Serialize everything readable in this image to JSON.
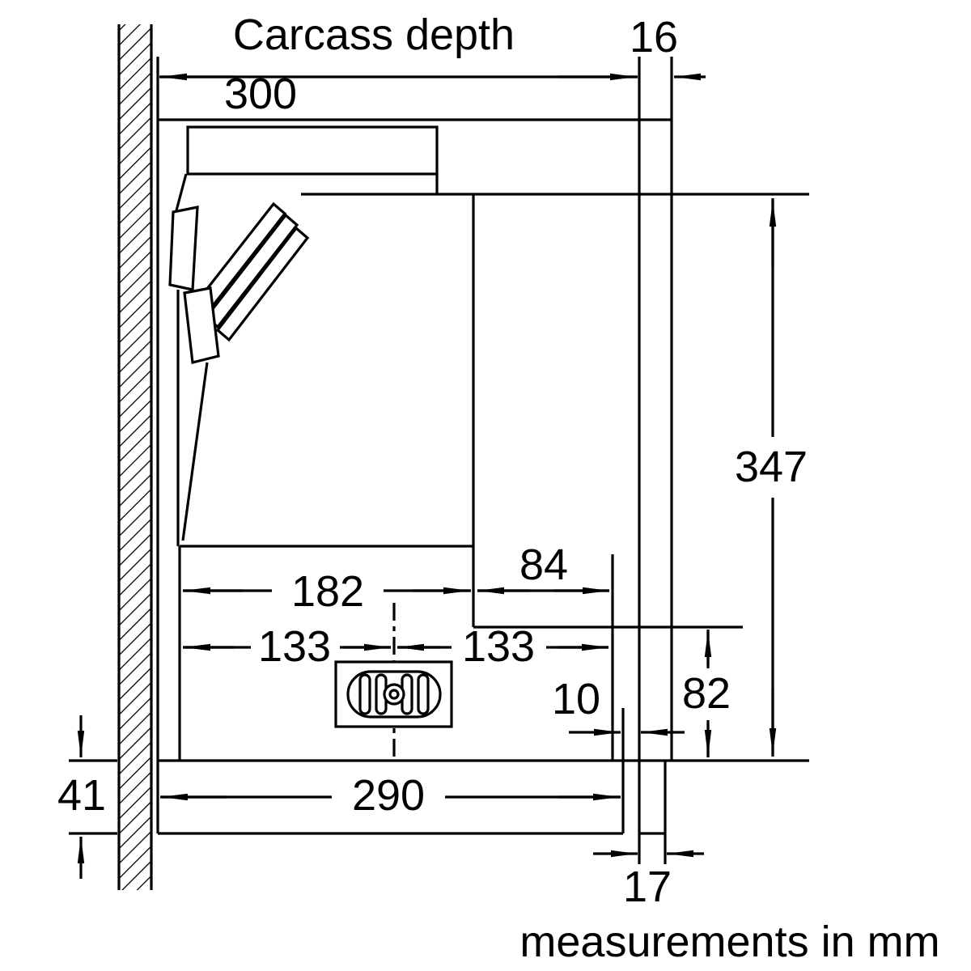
{
  "drawing": {
    "title_label": "Carcass depth",
    "footer_note": "measurements in mm"
  },
  "dimensions": {
    "carcass_depth_mm": "300",
    "top_panel_thickness_mm": "16",
    "total_height_mm": "347",
    "front_recess_mm": "84",
    "outlet_section_width_mm": "182",
    "outlet_center_left_mm": "133",
    "outlet_center_right_mm": "133",
    "lower_section_height_mm": "82",
    "panel_gap_mm": "10",
    "visor_height_mm": "41",
    "visor_depth_mm": "290",
    "bottom_panel_thickness_mm": "17"
  },
  "colors": {
    "line": "#000000",
    "background": "#ffffff"
  }
}
